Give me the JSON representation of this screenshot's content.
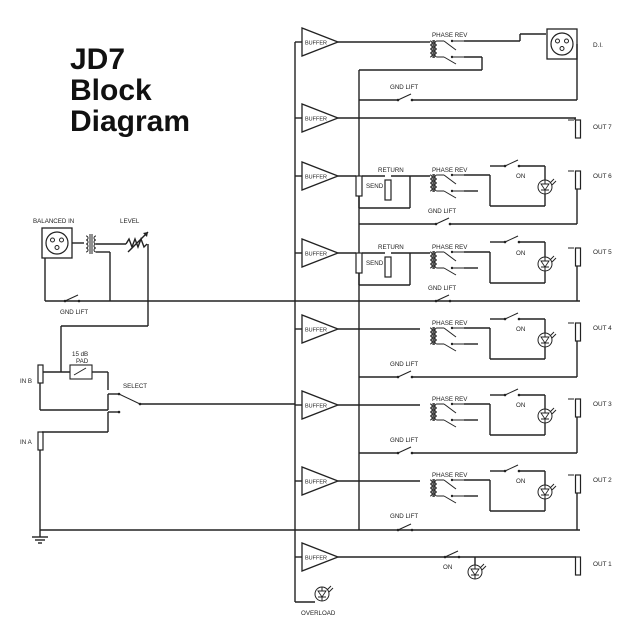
{
  "title": {
    "line1": "JD7",
    "line2": "Block",
    "line3": "Diagram"
  },
  "labels": {
    "buffer": "BUFFER",
    "phase_rev": "PHASE REV",
    "gnd_lift": "GND LIFT",
    "return": "RETURN",
    "send": "SEND",
    "on": "ON",
    "balanced_in": "BALANCED IN",
    "level": "LEVEL",
    "pad_line1": "15 dB",
    "pad_line2": "PAD",
    "select": "SELECT",
    "in_b": "IN B",
    "in_a": "IN A",
    "overload": "OVERLOAD"
  },
  "outputs": {
    "di": "D.I.",
    "out7": "OUT 7",
    "out6": "OUT 6",
    "out5": "OUT 5",
    "out4": "OUT 4",
    "out3": "OUT 3",
    "out2": "OUT 2",
    "out1": "OUT 1"
  }
}
